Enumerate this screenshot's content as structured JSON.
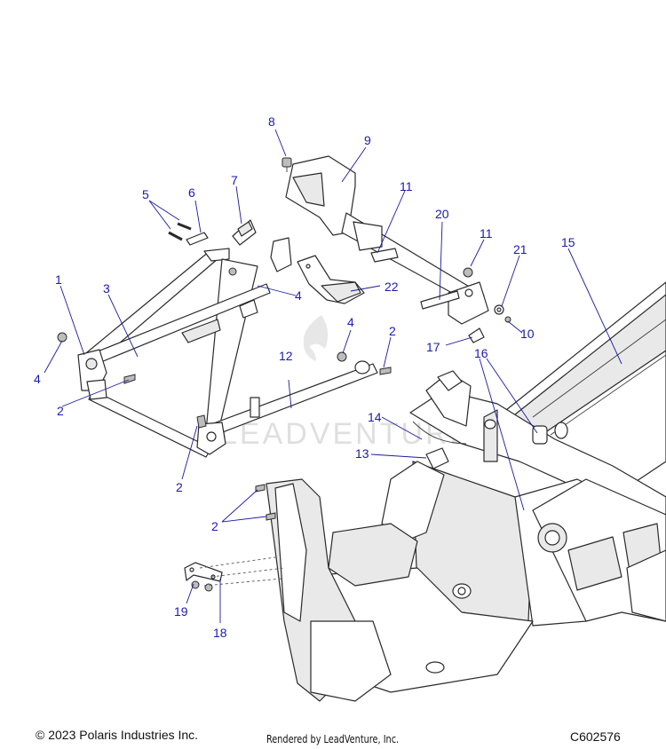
{
  "callouts": [
    {
      "id": "c1",
      "text": "1"
    },
    {
      "id": "c2a",
      "text": "2"
    },
    {
      "id": "c2b",
      "text": "2"
    },
    {
      "id": "c2c",
      "text": "2"
    },
    {
      "id": "c2d",
      "text": "2"
    },
    {
      "id": "c3",
      "text": "3"
    },
    {
      "id": "c4a",
      "text": "4"
    },
    {
      "id": "c4b",
      "text": "4"
    },
    {
      "id": "c4c",
      "text": "4"
    },
    {
      "id": "c5",
      "text": "5"
    },
    {
      "id": "c6",
      "text": "6"
    },
    {
      "id": "c7",
      "text": "7"
    },
    {
      "id": "c8",
      "text": "8"
    },
    {
      "id": "c9",
      "text": "9"
    },
    {
      "id": "c10",
      "text": "10"
    },
    {
      "id": "c11a",
      "text": "11"
    },
    {
      "id": "c11b",
      "text": "11"
    },
    {
      "id": "c12",
      "text": "12"
    },
    {
      "id": "c13",
      "text": "13"
    },
    {
      "id": "c14",
      "text": "14"
    },
    {
      "id": "c15",
      "text": "15"
    },
    {
      "id": "c16",
      "text": "16"
    },
    {
      "id": "c17",
      "text": "17"
    },
    {
      "id": "c18",
      "text": "18"
    },
    {
      "id": "c19",
      "text": "19"
    },
    {
      "id": "c20",
      "text": "20"
    },
    {
      "id": "c21",
      "text": "21"
    },
    {
      "id": "c22",
      "text": "22"
    }
  ],
  "watermark": "LEADVENTURE",
  "footer": {
    "copyright": "© 2023 Polaris Industries Inc.",
    "rendered_by": "Rendered by LeadVenture, Inc.",
    "diagram_code": "C602576"
  },
  "colors": {
    "callout": "#1a1ab0",
    "line": "#2a2a2a"
  }
}
